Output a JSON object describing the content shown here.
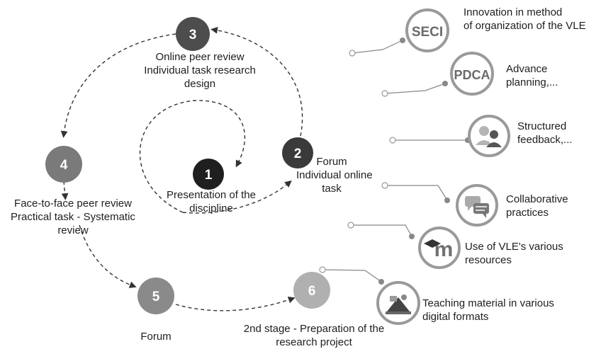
{
  "steps": [
    {
      "number": "1",
      "label": "Presentation of the discipline",
      "color": "#1f1f1f"
    },
    {
      "number": "2",
      "label": "Forum Individual online task",
      "color": "#3a3a3a"
    },
    {
      "number": "3",
      "label": "Online peer review Individual task research design",
      "color": "#4d4d4d"
    },
    {
      "number": "4",
      "label": "Face-to-face peer review Practical task - Systematic review",
      "color": "#7a7a7a"
    },
    {
      "number": "5",
      "label": "Forum",
      "color": "#8a8a8a"
    },
    {
      "number": "6",
      "label": "2nd stage - Preparation of the research project",
      "color": "#b0b0b0"
    }
  ],
  "step_texts": {
    "s1_line1": "Presentation of the",
    "s1_line2": "discipline",
    "s2_line1": "Forum",
    "s2_line2": "Individual online",
    "s2_line3": "task",
    "s3_line1": "Online peer review",
    "s3_line2": "Individual task research",
    "s3_line3": "design",
    "s4_line1": "Face-to-face peer review",
    "s4_line2": "Practical task - Systematic",
    "s4_line3": "review",
    "s5_line1": "Forum",
    "s6_line1": "2nd stage - Preparation of the",
    "s6_line2": "research project"
  },
  "features": [
    {
      "icon": "seci-icon",
      "icon_text": "SECI",
      "line1": "Innovation in method",
      "line2": "of organization of the VLE"
    },
    {
      "icon": "pdca-icon",
      "icon_text": "PDCA",
      "line1": "Advance",
      "line2": "planning,..."
    },
    {
      "icon": "feedback-people-icon",
      "line1": "Structured",
      "line2": "feedback,..."
    },
    {
      "icon": "chat-bubbles-icon",
      "line1": "Collaborative",
      "line2": "practices"
    },
    {
      "icon": "moodle-icon",
      "icon_text": "m",
      "line1": "Use of VLE's various",
      "line2": "resources"
    },
    {
      "icon": "digital-materials-icon",
      "line1": "Teaching material in various",
      "line2": "digital formats"
    }
  ]
}
